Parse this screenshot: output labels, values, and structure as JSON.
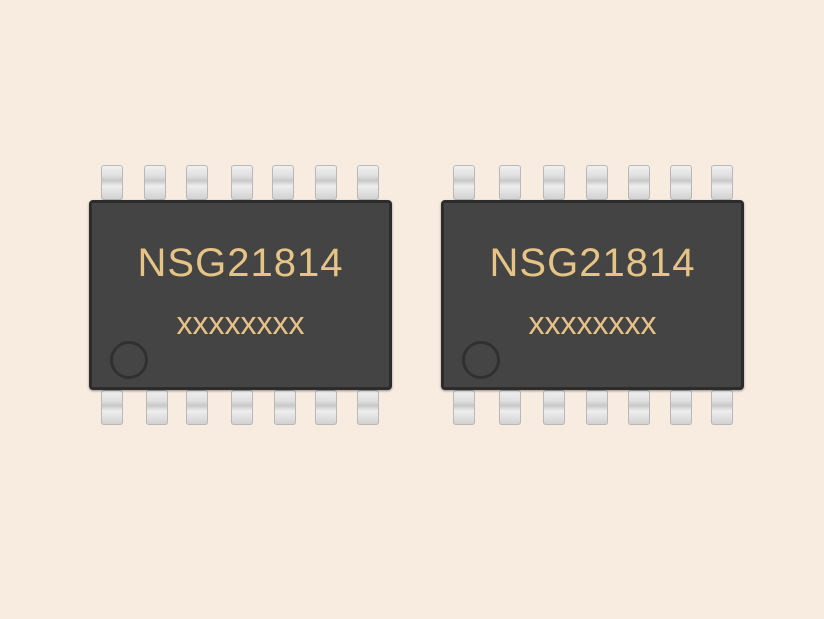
{
  "chips": [
    {
      "part_number": "NSG21814",
      "lot_code": "xxxxxxxx"
    },
    {
      "part_number": "NSG21814",
      "lot_code": "xxxxxxxx"
    }
  ],
  "colors": {
    "background": "#f8ebe0",
    "package": "#444444",
    "marking": "#e6c485"
  }
}
